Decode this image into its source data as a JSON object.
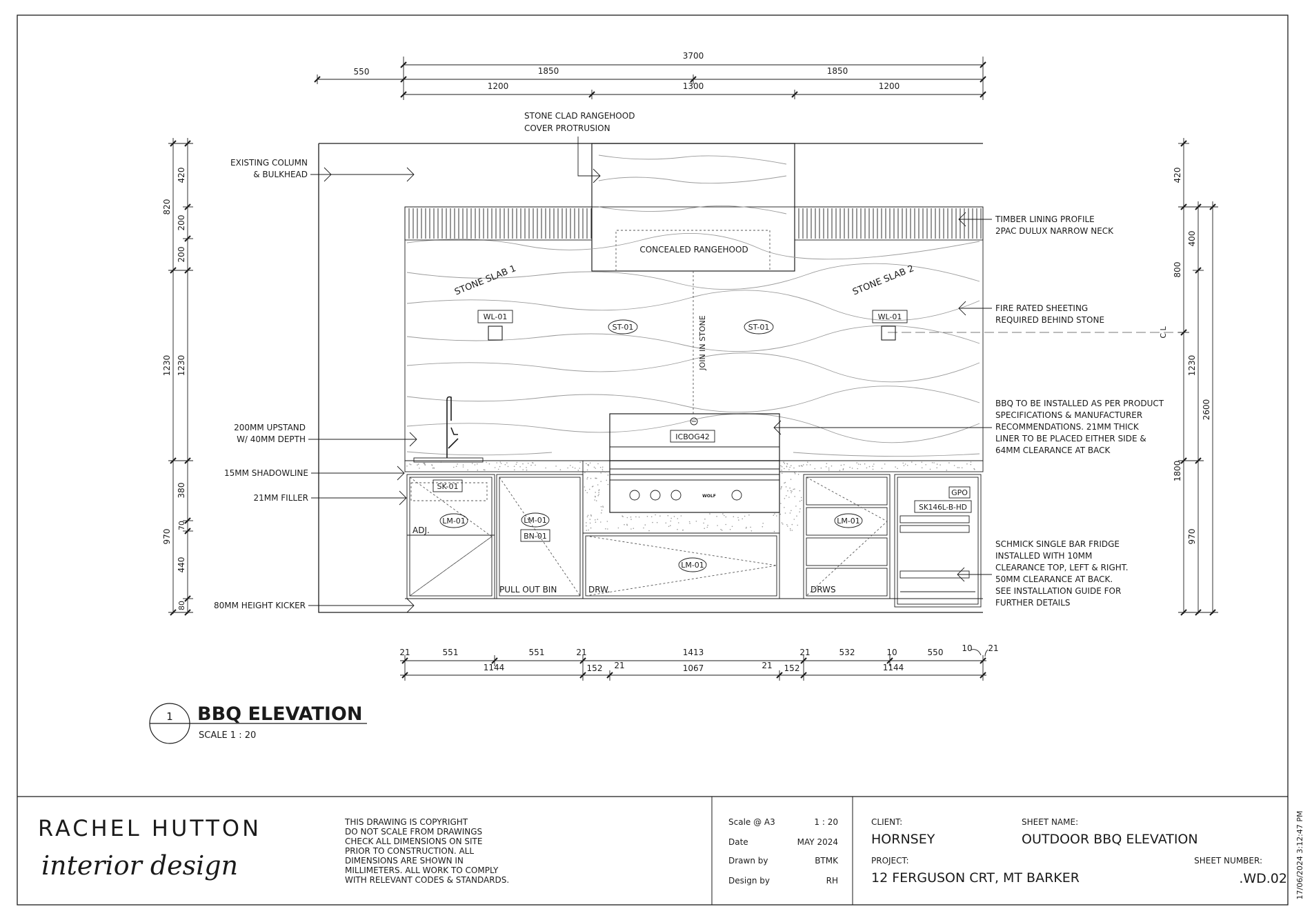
{
  "dims_top": {
    "overall": "3700",
    "row2": [
      "550",
      "1850",
      "1850"
    ],
    "row3": [
      "1200",
      "1300",
      "1200"
    ]
  },
  "dims_bottom": {
    "row1": [
      "21",
      "551",
      "551",
      "21",
      "1413",
      "21",
      "532",
      "10",
      "550",
      "10",
      "21"
    ],
    "row2": [
      "1144",
      "152",
      "21",
      "1067",
      "21",
      "152",
      "1144"
    ]
  },
  "dims_left": {
    "outer": [
      "820",
      "1230",
      "970"
    ],
    "inner": [
      "420",
      "200",
      "200",
      "1230",
      "380",
      "70",
      "440",
      "80"
    ]
  },
  "dims_right": {
    "col1": [
      "420",
      "800",
      "1230",
      "970"
    ],
    "col2": [
      "400",
      "1800"
    ],
    "col3": [
      "2600"
    ],
    "centreline": "C L"
  },
  "callouts_left": [
    "EXISTING COLUMN",
    "& BULKHEAD",
    "200MM UPSTAND",
    "W/ 40MM DEPTH",
    "15MM SHADOWLINE",
    "21MM FILLER",
    "80MM HEIGHT KICKER"
  ],
  "callouts_top": [
    "STONE CLAD RANGEHOOD",
    "COVER PROTRUSION"
  ],
  "callouts_right": {
    "timber": [
      "TIMBER LINING PROFILE",
      "2PAC DULUX NARROW NECK"
    ],
    "fire": [
      "FIRE RATED SHEETING",
      "REQUIRED BEHIND STONE"
    ],
    "bbq": [
      "BBQ TO BE INSTALLED AS PER PRODUCT",
      "SPECIFICATIONS & MANUFACTURER",
      "RECOMMENDATIONS. 21MM THICK",
      "LINER TO BE PLACED EITHER SIDE &",
      "64MM CLEARANCE AT BACK"
    ],
    "fridge": [
      "SCHMICK SINGLE BAR FRIDGE",
      "INSTALLED WITH 10MM",
      "CLEARANCE TOP, LEFT & RIGHT.",
      "50MM CLEARANCE AT BACK.",
      "SEE INSTALLATION GUIDE FOR",
      "FURTHER DETAILS"
    ]
  },
  "labels": {
    "concealed_rangehood": "CONCEALED RANGEHOOD",
    "stone_slab_1": "STONE SLAB 1",
    "stone_slab_2": "STONE SLAB 2",
    "join_in_stone": "JOIN IN STONE",
    "wl_left": "WL-01",
    "wl_right": "WL-01",
    "st_left": "ST-01",
    "st_right": "ST-01",
    "bbq_code": "ICBOG42",
    "bbq_brand": "WOLF",
    "sk": "SK-01",
    "lm1": "LM-01",
    "lm2": "LM-01",
    "bn": "BN-01",
    "lm3": "LM-01",
    "lm4": "LM-01",
    "adj": "ADJ.",
    "pull_out_bin": "PULL OUT BIN",
    "drw": "DRW.",
    "drws": "DRWS",
    "gpo": "GPO",
    "fridge_code": "SK146L-B-HD"
  },
  "view": {
    "number": "1",
    "title": "BBQ ELEVATION",
    "scale": "SCALE  1 : 20"
  },
  "titleblock": {
    "brand": "RACHEL HUTTON",
    "brand_script": "interior design",
    "notes": [
      "THIS DRAWING IS COPYRIGHT",
      "DO NOT SCALE FROM DRAWINGS",
      "CHECK ALL DIMENSIONS ON SITE",
      "PRIOR TO CONSTRUCTION. ALL",
      "DIMENSIONS ARE SHOWN IN",
      "MILLIMETERS. ALL WORK TO COMPLY",
      "WITH RELEVANT CODES & STANDARDS."
    ],
    "scale_label": "Scale @ A3",
    "scale_value": "1 : 20",
    "date_label": "Date",
    "date_value": "MAY 2024",
    "drawn_label": "Drawn by",
    "drawn_value": "BTMK",
    "design_label": "Design by",
    "design_value": "RH",
    "client_label": "CLIENT:",
    "client_value": "HORNSEY",
    "sheet_name_label": "SHEET NAME:",
    "sheet_name_value": "OUTDOOR BBQ ELEVATION",
    "project_label": "PROJECT:",
    "project_value": "12 FERGUSON CRT, MT BARKER",
    "sheet_number_label": "SHEET NUMBER:",
    "sheet_number_value": ".WD.02"
  },
  "print_stamp": "17/06/2024 3:12:47 PM"
}
